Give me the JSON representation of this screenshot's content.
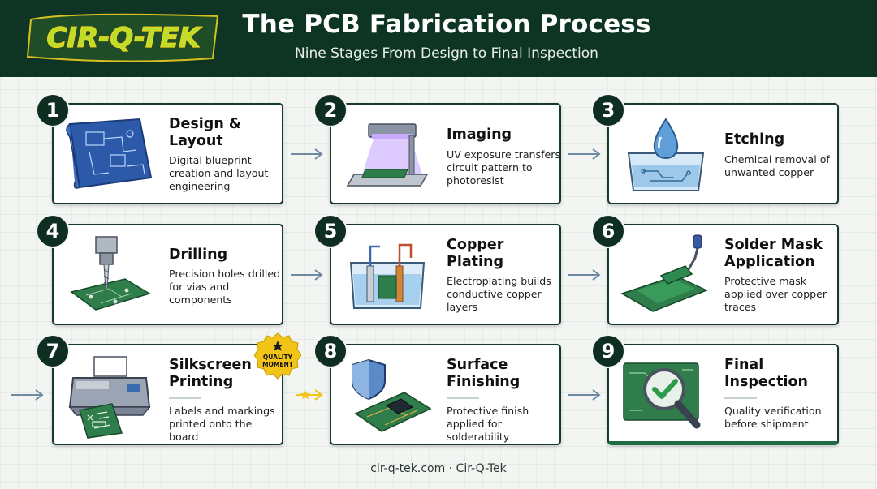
{
  "header": {
    "logo_text": "CIR-Q-TEK",
    "title": "The PCB Fabrication Process",
    "subtitle": "Nine Stages From Design to Final Inspection"
  },
  "steps": [
    {
      "number": "1",
      "title": "Design & Layout",
      "description": "Digital blueprint creation and layout engineering",
      "icon": "blueprint-icon"
    },
    {
      "number": "2",
      "title": "Imaging",
      "description": "UV exposure transfers circuit pattern to photoresist",
      "icon": "uv-exposure-icon"
    },
    {
      "number": "3",
      "title": "Etching",
      "description": "Chemical removal of unwanted copper",
      "icon": "etching-tank-icon"
    },
    {
      "number": "4",
      "title": "Drilling",
      "description": "Precision holes drilled for vias and components",
      "icon": "drill-icon"
    },
    {
      "number": "5",
      "title": "Copper Plating",
      "description": "Electroplating builds conductive copper layers",
      "icon": "plating-tank-icon"
    },
    {
      "number": "6",
      "title": "Solder Mask Application",
      "description": "Protective mask applied over copper traces",
      "icon": "paint-roller-icon"
    },
    {
      "number": "7",
      "title": "Silkscreen Printing",
      "description": "Labels and markings printed onto the board",
      "icon": "printer-icon"
    },
    {
      "number": "8",
      "title": "Surface Finishing",
      "description": "Protective finish applied for solderability",
      "icon": "shield-board-icon"
    },
    {
      "number": "9",
      "title": "Final Inspection",
      "description": "Quality verification before shipment",
      "icon": "magnifier-check-icon"
    }
  ],
  "badge": {
    "line1": "QUALITY",
    "line2": "MOMENT"
  },
  "footer": {
    "text": "cir-q-tek.com · Cir-Q-Tek"
  },
  "colors": {
    "header_bg": "#0e3424",
    "card_border": "#143a2a",
    "board_green": "#2e7d4a",
    "accent_gold": "#f2c418",
    "arrow": "#6e8aa0"
  }
}
